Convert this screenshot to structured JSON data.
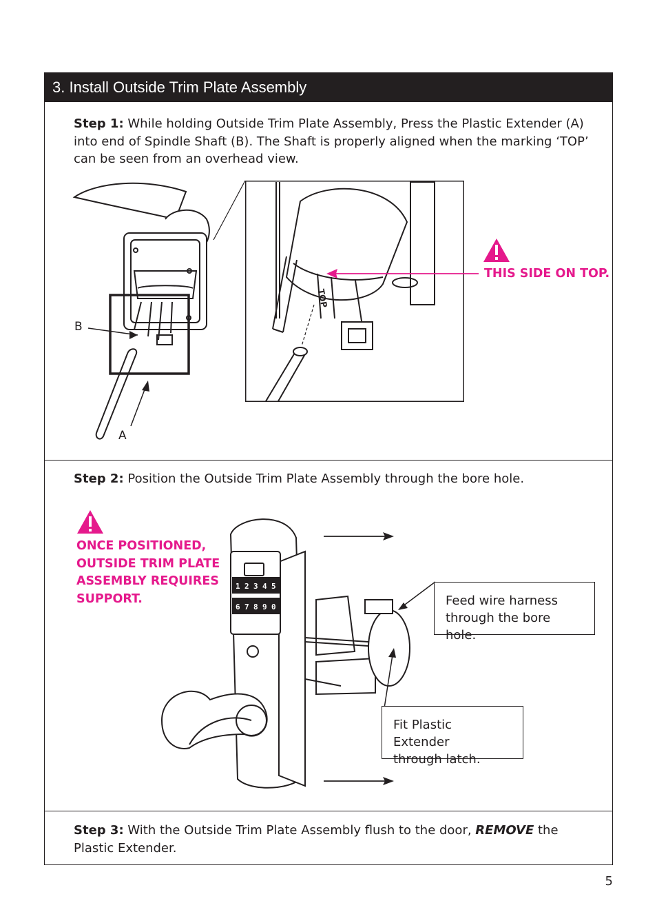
{
  "section_title": "3. Install Outside Trim Plate Assembly",
  "step1": {
    "label": "Step 1:",
    "text": " While holding Outside Trim Plate Assembly, Press the Plastic Extender (A) into end of Spindle Shaft (B).  The Shaft is properly aligned when the marking ‘TOP’ can be seen from an overhead view."
  },
  "step1_warning": "THIS SIDE ON TOP.",
  "label_a": "A",
  "label_b": "B",
  "step2": {
    "label": "Step 2:",
    "text": "  Position the Outside Trim Plate Assembly through the bore hole."
  },
  "step2_warning": [
    "ONCE POSITIONED,",
    "OUTSIDE TRIM PLATE",
    "ASSEMBLY REQUIRES",
    "SUPPORT."
  ],
  "callout_wire": [
    "Feed wire harness",
    "through the bore hole."
  ],
  "callout_extender": [
    "Fit Plastic Extender",
    "through latch."
  ],
  "step3": {
    "label": "Step 3:",
    "pre": "  With the Outside Trim Plate Assembly flush to the door, ",
    "emph": "REMOVE",
    "post": " the Plastic Extender."
  },
  "keypad_top": [
    "1",
    "2",
    "3",
    "4",
    "5"
  ],
  "keypad_bottom": [
    "6",
    "7",
    "8",
    "9",
    "0"
  ],
  "page_number": "5",
  "colors": {
    "warning": "#e5198c",
    "header_bg": "#231f20"
  }
}
